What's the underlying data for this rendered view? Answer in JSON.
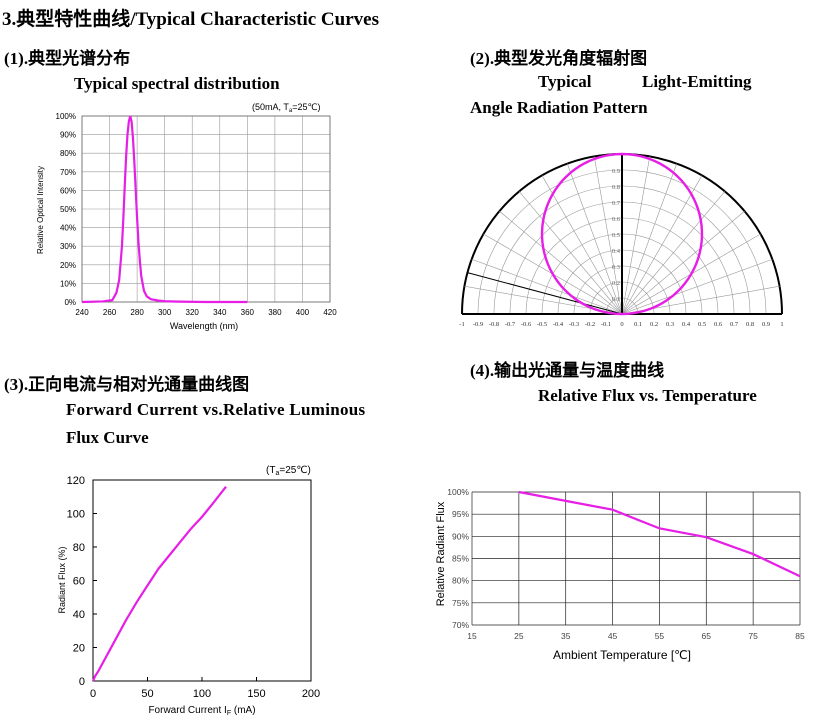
{
  "page": {
    "title": "3.典型特性曲线/Typical Characteristic Curves"
  },
  "sections": {
    "s1": {
      "zh": "(1).典型光谱分布",
      "en": "Typical spectral distribution"
    },
    "s2": {
      "zh": "(2).典型发光角度辐射图",
      "en_line1_a": "Typical",
      "en_line1_b": "Light-Emitting",
      "en_line2": "Angle Radiation Pattern"
    },
    "s3": {
      "zh": "(3).正向电流与相对光通量曲线图",
      "en_line1": "Forward Current vs.Relative Luminous",
      "en_line2": "Flux Curve"
    },
    "s4": {
      "zh": "(4).输出光通量与温度曲线",
      "en": "Relative Flux vs. Temperature"
    }
  },
  "colors": {
    "curve": "#e61ee6",
    "grid": "#999999",
    "axis": "#000000"
  },
  "chart_data": [
    {
      "id": "spectral",
      "type": "line",
      "condition": "(50mA, T",
      "condition_sub": "a",
      "condition_tail": "=25℃)",
      "xlabel": "Wavelength (nm)",
      "ylabel": "Relative Optical Intensity",
      "xlim": [
        240,
        420
      ],
      "ylim": [
        0,
        100
      ],
      "xticks": [
        "240",
        "260",
        "280",
        "300",
        "320",
        "340",
        "360",
        "380",
        "400",
        "420"
      ],
      "yticks": [
        "0%",
        "10%",
        "20%",
        "30%",
        "40%",
        "50%",
        "60%",
        "70%",
        "80%",
        "90%",
        "100%"
      ],
      "grid": true,
      "series": [
        {
          "x": [
            240,
            255,
            262,
            265,
            267,
            269,
            270,
            271,
            272,
            273,
            274,
            275,
            276,
            277,
            278,
            279,
            280,
            281,
            282,
            283,
            285,
            287,
            290,
            295,
            300,
            310,
            330,
            360
          ],
          "y": [
            0,
            0.3,
            1,
            5,
            12,
            30,
            45,
            62,
            78,
            90,
            97,
            100,
            97,
            88,
            75,
            60,
            45,
            32,
            22,
            14,
            6,
            3,
            1.5,
            0.8,
            0.4,
            0.2,
            0,
            0
          ]
        }
      ]
    },
    {
      "id": "radiation",
      "type": "line",
      "title": "",
      "radial_ticks": [
        "0.1",
        "0.2",
        "0.3",
        "0.4",
        "0.5",
        "0.6",
        "0.7",
        "0.8",
        "0.9",
        "1"
      ],
      "xticks": [
        "-1",
        "-0.9",
        "-0.8",
        "-0.7",
        "-0.6",
        "-0.5",
        "-0.4",
        "-0.3",
        "-0.2",
        "-0.1",
        "0",
        "0.1",
        "0.2",
        "0.3",
        "0.4",
        "0.5",
        "0.6",
        "0.7",
        "0.8",
        "0.9",
        "1"
      ],
      "series": [
        {
          "angle": [
            -90,
            -75,
            -60,
            -45,
            -30,
            -15,
            0,
            15,
            30,
            45,
            60,
            75,
            90
          ],
          "r": [
            0,
            0.26,
            0.5,
            0.71,
            0.87,
            0.97,
            1,
            0.97,
            0.87,
            0.71,
            0.5,
            0.26,
            0
          ]
        }
      ]
    },
    {
      "id": "forward_current",
      "type": "line",
      "condition": "(T",
      "condition_sub": "a",
      "condition_tail": "=25℃)",
      "xlabel": "Forward Current I",
      "xlabel_sub": "F",
      "xlabel_tail": " (mA)",
      "ylabel": "Radiant Flux (%)",
      "xlim": [
        0,
        200
      ],
      "ylim": [
        0,
        120
      ],
      "xticks": [
        "0",
        "50",
        "100",
        "150",
        "200"
      ],
      "yticks": [
        "0",
        "20",
        "40",
        "60",
        "80",
        "100",
        "120"
      ],
      "grid": false,
      "series": [
        {
          "x": [
            0,
            2,
            5,
            10,
            20,
            30,
            40,
            50,
            60,
            70,
            80,
            90,
            100,
            110,
            122
          ],
          "y": [
            0,
            3,
            6,
            12,
            24,
            36,
            47,
            57,
            67,
            75,
            83,
            91,
            98,
            106,
            116
          ]
        }
      ]
    },
    {
      "id": "temperature",
      "type": "line",
      "xlabel": "Ambient Temperature [℃]",
      "ylabel": "Relative Radiant Flux",
      "xlim": [
        15,
        85
      ],
      "ylim": [
        70,
        100
      ],
      "xticks": [
        "15",
        "25",
        "35",
        "45",
        "55",
        "65",
        "75",
        "85"
      ],
      "yticks": [
        "70%",
        "75%",
        "80%",
        "85%",
        "90%",
        "95%",
        "100%"
      ],
      "grid": true,
      "series": [
        {
          "x": [
            25,
            35,
            45,
            55,
            65,
            75,
            85
          ],
          "y": [
            100,
            98,
            96,
            91.8,
            89.8,
            86,
            81
          ]
        }
      ]
    }
  ]
}
